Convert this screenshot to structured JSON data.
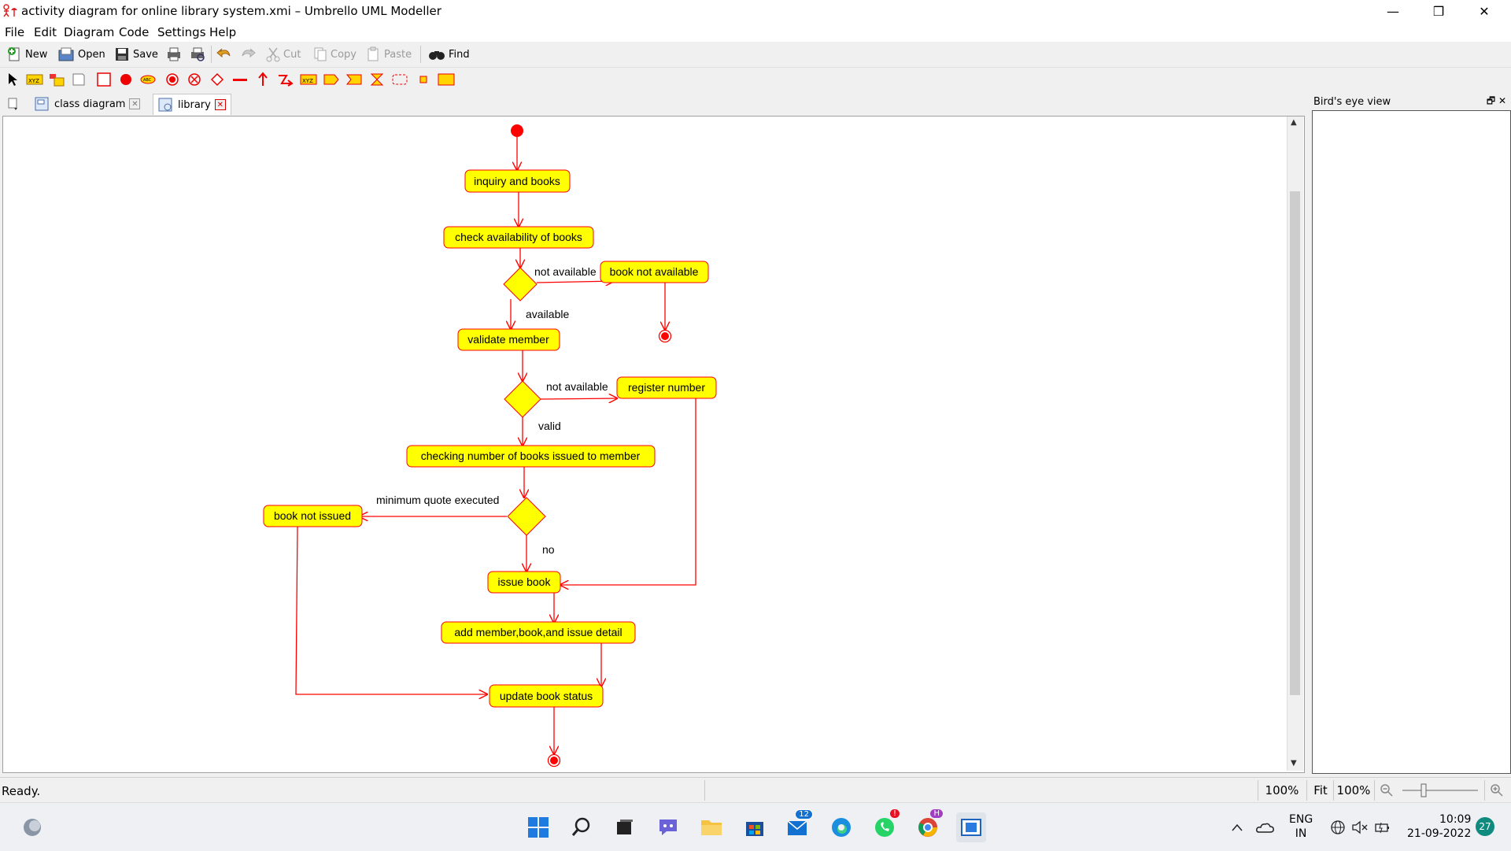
{
  "window": {
    "title": "activity diagram for online library system.xmi – Umbrello UML Modeller",
    "minimize": "—",
    "restore": "❒",
    "close": "✕"
  },
  "menu": [
    "File",
    "Edit",
    "Diagram",
    "Code",
    "Settings",
    "Help"
  ],
  "toolbar": {
    "new": "New",
    "open": "Open",
    "save": "Save",
    "cut": "Cut",
    "copy": "Copy",
    "paste": "Paste",
    "find": "Find"
  },
  "tabs": [
    {
      "label": "class diagram"
    },
    {
      "label": "library"
    }
  ],
  "diagram": {
    "nodes": [
      {
        "id": "n1",
        "label": "inquiry and books"
      },
      {
        "id": "n2",
        "label": "check availability of books"
      },
      {
        "id": "n3",
        "label": "book not available"
      },
      {
        "id": "n4",
        "label": "validate member"
      },
      {
        "id": "n5",
        "label": "register number"
      },
      {
        "id": "n6",
        "label": "checking number of books issued to member"
      },
      {
        "id": "n7",
        "label": "book not issued"
      },
      {
        "id": "n8",
        "label": "issue book"
      },
      {
        "id": "n9",
        "label": "add member,book,and issue detail"
      },
      {
        "id": "n10",
        "label": "update book status"
      }
    ],
    "guards": {
      "d1_no": "not available",
      "d1_yes": "available",
      "d2_no": "not available",
      "d2_yes": "valid",
      "d3_yes": "minimum quote executed",
      "d3_no": "no"
    },
    "colors": {
      "node_fill": "#ffff00",
      "line": "#ff0000",
      "final": "#ff0000"
    }
  },
  "bird": {
    "title": "Bird's eye view"
  },
  "status": {
    "text": "Ready.",
    "zoom": "100%",
    "fit": "Fit",
    "zoom2": "100%"
  },
  "taskbar": {
    "mail_badge": "12",
    "whatsapp_badge": "!",
    "chrome_badge": "H",
    "lang1": "ENG",
    "lang2": "IN",
    "time": "10:09",
    "date": "21-09-2022",
    "notifications": "27"
  }
}
